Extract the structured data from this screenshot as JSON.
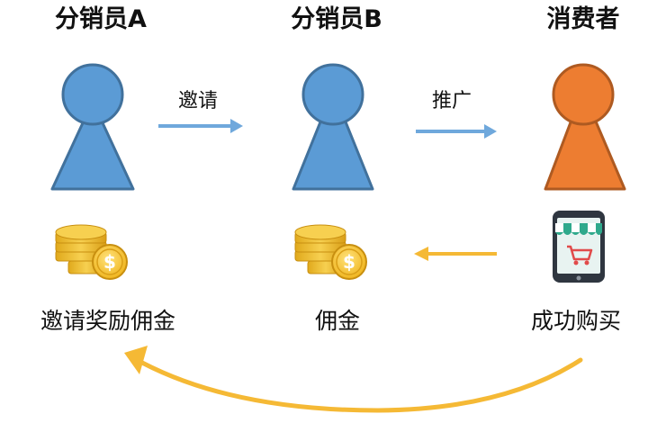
{
  "roles": [
    {
      "title": "分销员A",
      "color": "#5b9bd5"
    },
    {
      "title": "分销员B",
      "color": "#5b9bd5"
    },
    {
      "title": "消费者",
      "color": "#ed7d31"
    }
  ],
  "arrows": {
    "invite": "邀请",
    "promote": "推广"
  },
  "captions": {
    "invite_reward": "邀请奖励佣金",
    "commission": "佣金",
    "purchase": "成功购买"
  },
  "icons": {
    "coins": "coin-stack-icon",
    "phone": "shopping-phone-icon"
  },
  "colors": {
    "person_blue": "#5b9bd5",
    "person_orange": "#ed7d31",
    "outline": "#41719c",
    "arrow_blue": "#6fa8dc",
    "arrow_yellow": "#f5b935",
    "coin_gold": "#f2c12e"
  }
}
